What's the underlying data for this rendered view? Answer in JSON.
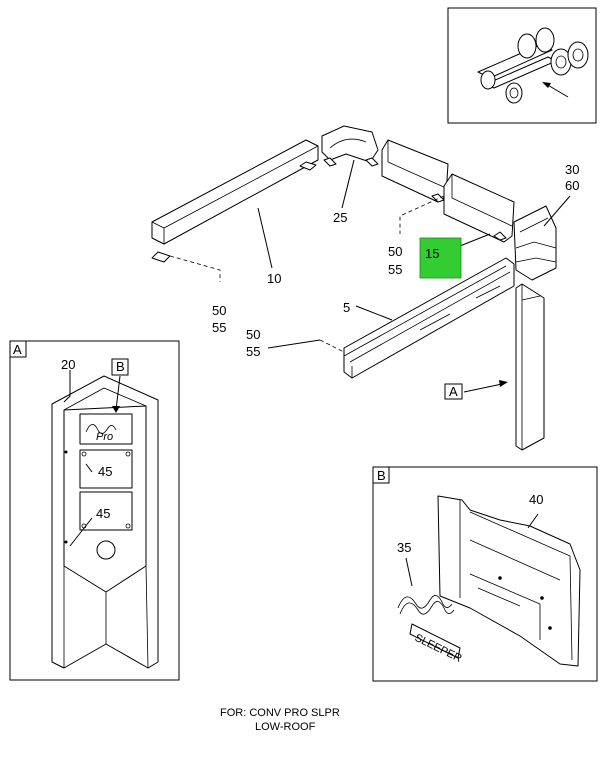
{
  "callouts": {
    "c10": "10",
    "c25": "25",
    "c50_upper": "50",
    "c55_upper": "55",
    "c50_right": "50",
    "c55_right": "55",
    "c15": "15",
    "c30": "30",
    "c60": "60",
    "c5": "5",
    "c50_mid": "50",
    "c55_mid": "55",
    "c20": "20",
    "c45_top": "45",
    "c45_bottom": "45",
    "c40": "40",
    "c35": "35"
  },
  "view_tags": {
    "a_inset": "A",
    "b_inset": "B",
    "a_ref": "A",
    "b_ref": "B"
  },
  "caption": {
    "line1": "FOR: CONV PRO SLPR",
    "line2": "LOW-ROOF"
  },
  "highlight_color": "#33cc33"
}
